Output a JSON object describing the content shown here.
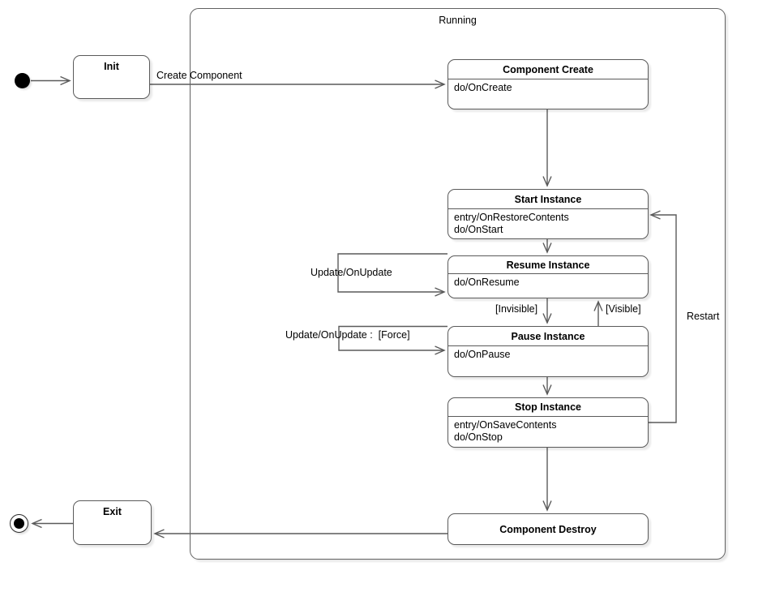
{
  "container": {
    "label": "Running"
  },
  "states": {
    "init": {
      "name": "Init"
    },
    "component_create": {
      "name": "Component Create",
      "activities": [
        "do/OnCreate"
      ]
    },
    "start_instance": {
      "name": "Start Instance",
      "activities": [
        "entry/OnRestoreContents",
        "do/OnStart"
      ]
    },
    "resume_instance": {
      "name": "Resume Instance",
      "activities": [
        "do/OnResume"
      ]
    },
    "pause_instance": {
      "name": "Pause Instance",
      "activities": [
        "do/OnPause"
      ]
    },
    "stop_instance": {
      "name": "Stop Instance",
      "activities": [
        "entry/OnSaveContents",
        "do/OnStop"
      ]
    },
    "component_destroy": {
      "name": "Component Destroy"
    },
    "exit": {
      "name": "Exit"
    }
  },
  "transitions": {
    "create_component": {
      "label": "Create Component"
    },
    "update_resume": {
      "label": "Update/OnUpdate"
    },
    "invisible": {
      "label": "[Invisible]"
    },
    "visible": {
      "label": "[Visible]"
    },
    "update_pause_force": {
      "label": "Update/OnUpdate :  [Force]"
    },
    "restart": {
      "label": "Restart"
    }
  },
  "colors": {
    "stroke": "#5a5a5a",
    "fill": "#ffffff",
    "text": "#000000"
  }
}
